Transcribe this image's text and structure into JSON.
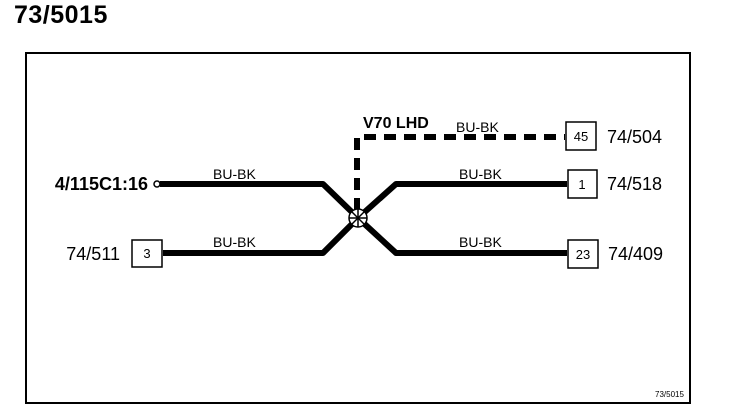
{
  "title": "73/5015",
  "variant_label": "V70 LHD",
  "wire_color": "BU-BK",
  "splice_ref": "73/5015",
  "connections": {
    "left_top": {
      "ref": "4/115C1:16"
    },
    "left_bottom": {
      "ref": "74/511",
      "pin": "3"
    },
    "right_dashed": {
      "ref": "74/504",
      "pin": "45"
    },
    "right_top": {
      "ref": "74/518",
      "pin": "1"
    },
    "right_bottom": {
      "ref": "74/409",
      "pin": "23"
    }
  }
}
